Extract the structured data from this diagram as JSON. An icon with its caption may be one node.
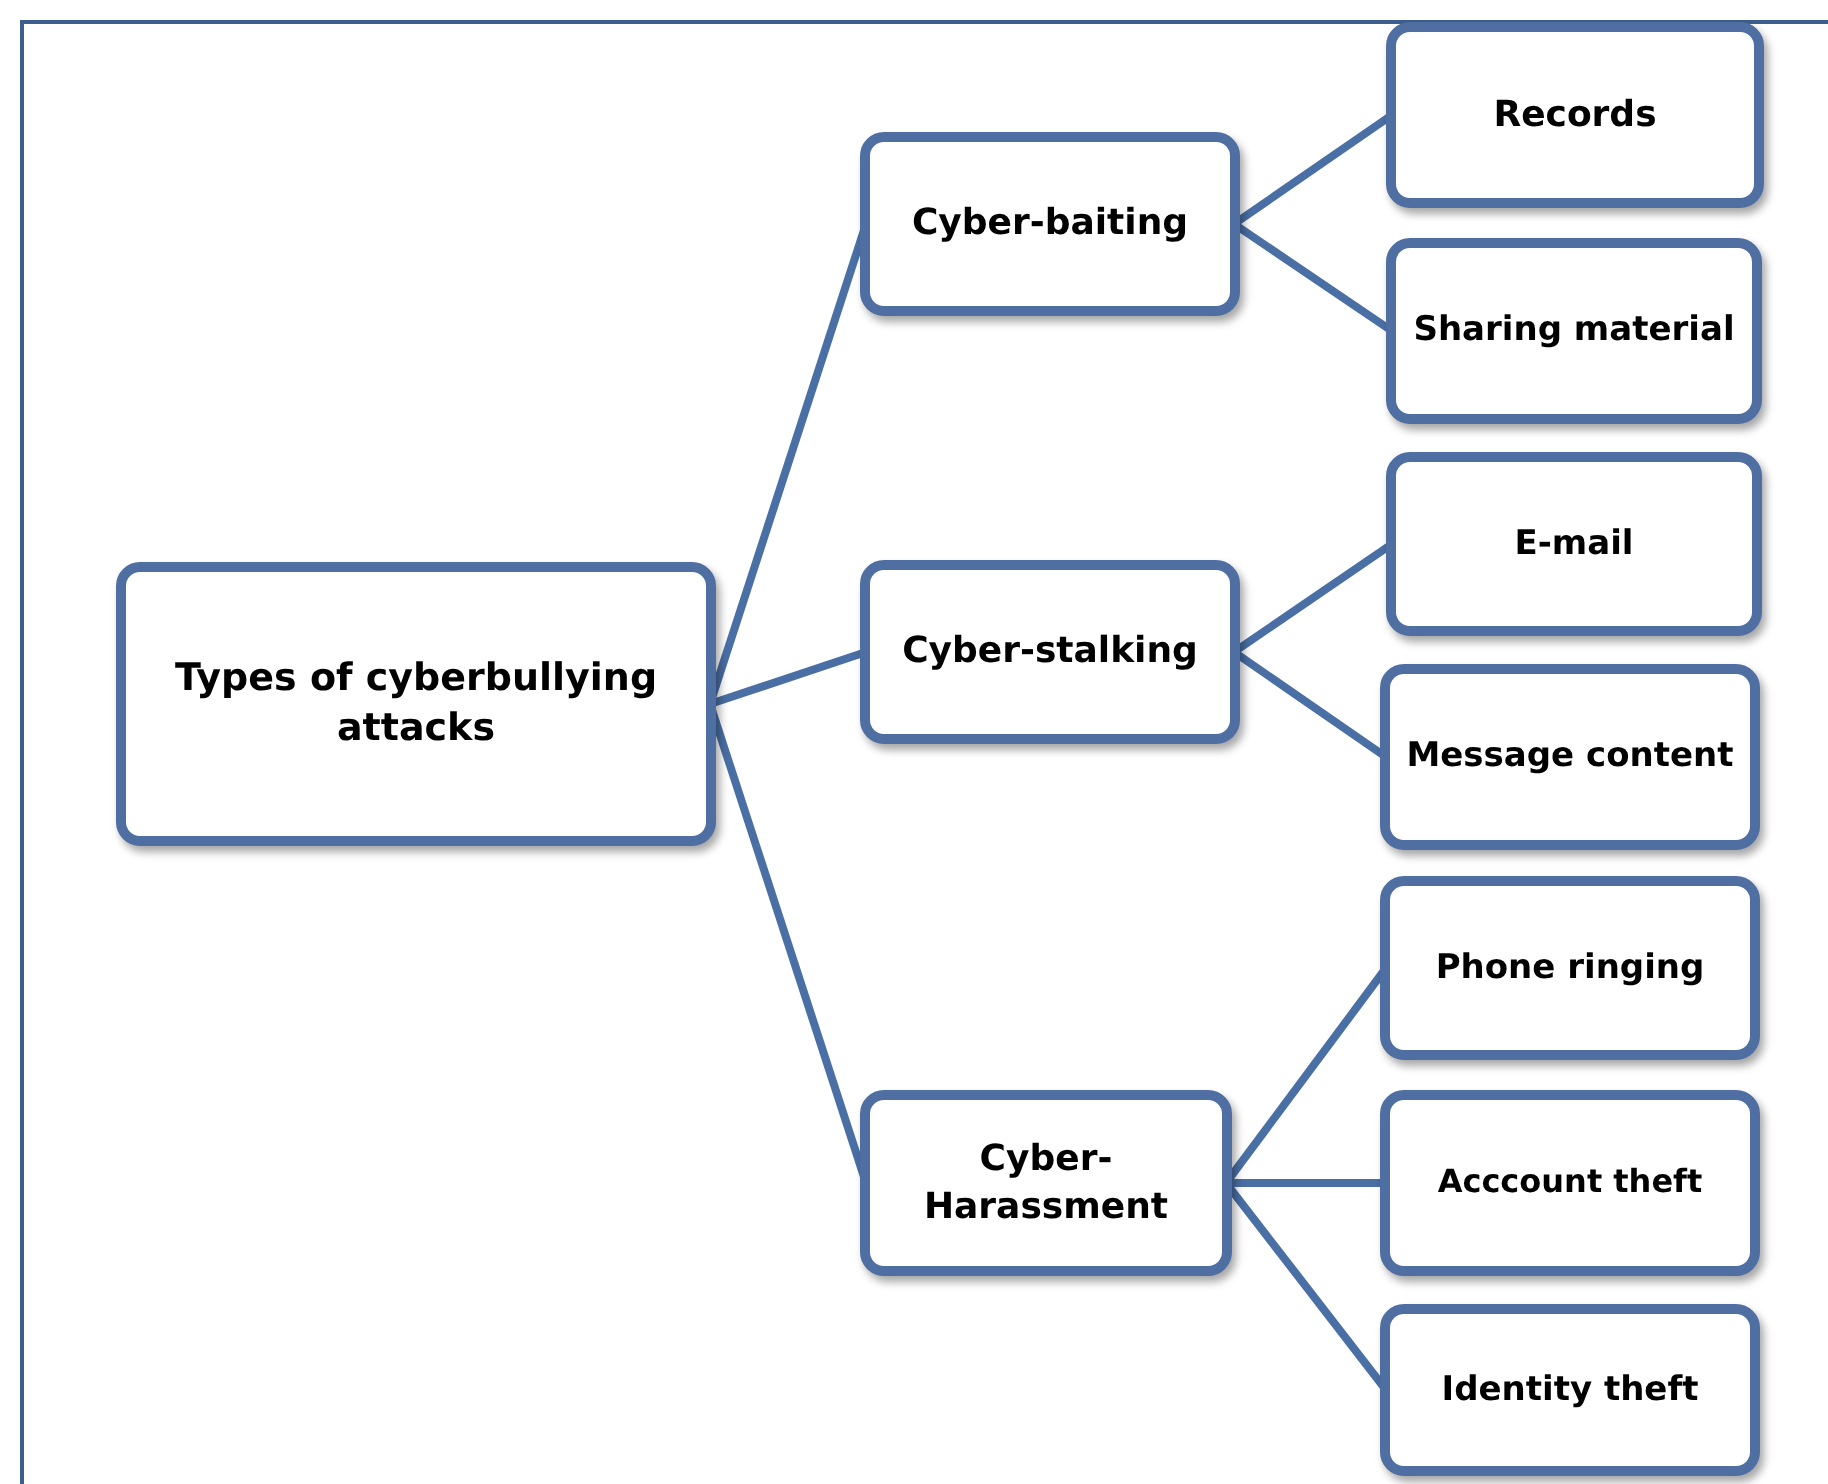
{
  "diagram": {
    "nodes": [
      {
        "text": [
          "Types of cyberbullying attacks"
        ]
      },
      {
        "text": [
          "Cyber-baiting"
        ]
      },
      {
        "text": [
          "Cyber-stalking"
        ]
      },
      {
        "text": [
          "Cyber- Harassment"
        ]
      },
      {
        "text": [
          "Records"
        ]
      },
      {
        "text": [
          "Sharing material"
        ]
      },
      {
        "text": [
          "E-mail"
        ]
      },
      {
        "text": [
          "Message content"
        ]
      },
      {
        "text": [
          "Phone ringing"
        ]
      },
      {
        "text": [
          "Acccount theft"
        ]
      },
      {
        "text": [
          "Identity theft"
        ]
      }
    ],
    "edges": [
      {
        "from": 0,
        "to": 1,
        "arrow": "none"
      },
      {
        "from": 0,
        "to": 2,
        "arrow": "none"
      },
      {
        "from": 0,
        "to": 3,
        "arrow": "none"
      },
      {
        "from": 1,
        "to": 4,
        "arrow": "none"
      },
      {
        "from": 1,
        "to": 5,
        "arrow": "none"
      },
      {
        "from": 2,
        "to": 6,
        "arrow": "none"
      },
      {
        "from": 2,
        "to": 7,
        "arrow": "none"
      },
      {
        "from": 3,
        "to": 8,
        "arrow": "none"
      },
      {
        "from": 3,
        "to": 9,
        "arrow": "none"
      },
      {
        "from": 3,
        "to": 10,
        "arrow": "none"
      }
    ]
  }
}
